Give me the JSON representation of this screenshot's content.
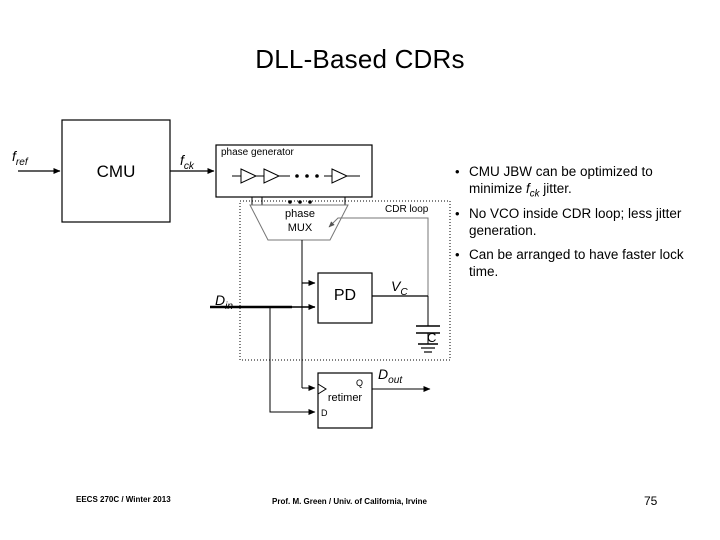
{
  "slide": {
    "title": "DLL-Based CDRs",
    "page_number": "75"
  },
  "diagram": {
    "signals": {
      "f_ref_base": "f",
      "f_ref_sub": "ref",
      "f_ck_base": "f",
      "f_ck_sub": "ck",
      "d_in_base": "D",
      "d_in_sub": "in",
      "d_out_base": "D",
      "d_out_sub": "out",
      "v_c_base": "V",
      "v_c_sub": "C",
      "cap_label": "C"
    },
    "blocks": {
      "cmu": "CMU",
      "phase_generator": "phase generator",
      "phase_mux_line1": "phase",
      "phase_mux_line2": "MUX",
      "pd": "PD",
      "retimer": "retimer",
      "cdr_loop": "CDR loop"
    },
    "ff_pins": {
      "clock": ">",
      "q": "Q",
      "d": "D"
    },
    "ellipsis": "• • •",
    "colors": {
      "stroke": "#000000",
      "block_fill": "#ffffff",
      "thin_stroke": "#555555",
      "background": "#ffffff"
    }
  },
  "bullets": [
    {
      "marker": "•",
      "pre": "CMU JBW can be optimized to minimize ",
      "italic_base": "f",
      "italic_sub": "ck",
      "post": " jitter."
    },
    {
      "marker": "•",
      "pre": "No VCO inside CDR loop; less jitter generation.",
      "italic_base": "",
      "italic_sub": "",
      "post": ""
    },
    {
      "marker": "•",
      "pre": "Can be arranged to have faster lock time.",
      "italic_base": "",
      "italic_sub": "",
      "post": ""
    }
  ],
  "footer": {
    "left": "EECS 270C / Winter 2013",
    "center": "Prof. M. Green / Univ. of California, Irvine"
  }
}
